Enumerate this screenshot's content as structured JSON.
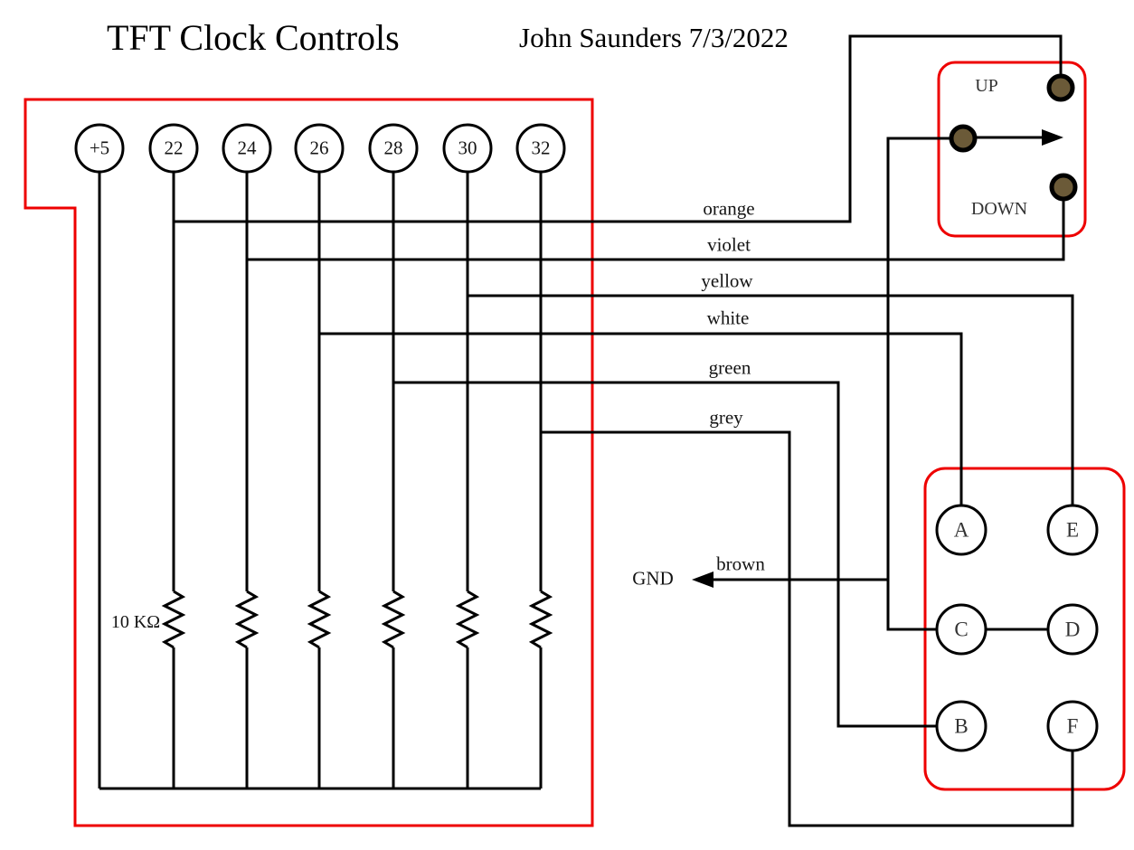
{
  "header": {
    "title": "TFT Clock Controls",
    "author": "John Saunders 7/3/2022"
  },
  "colors": {
    "wire": "#000000",
    "board_outline": "#ee0000",
    "terminal_dot": "#6b5a38"
  },
  "pins": {
    "labels": [
      "+5",
      "22",
      "24",
      "26",
      "28",
      "30",
      "32"
    ],
    "resistor_value": "10 KΩ"
  },
  "wires": {
    "orange": "orange",
    "violet": "violet",
    "yellow": "yellow",
    "white": "white",
    "green": "green",
    "grey": "grey",
    "brown": "brown"
  },
  "ground": {
    "label": "GND"
  },
  "switch": {
    "up_label": "UP",
    "down_label": "DOWN"
  },
  "connector": {
    "terminals": [
      "A",
      "E",
      "C",
      "D",
      "B",
      "F"
    ]
  },
  "netlist": [
    {
      "wire": "orange",
      "from": "pin 22",
      "to": "UP terminal"
    },
    {
      "wire": "violet",
      "from": "pin 24",
      "to": "DOWN terminal"
    },
    {
      "wire": "yellow",
      "from": "pin 30",
      "to": "terminal E"
    },
    {
      "wire": "white",
      "from": "pin 26",
      "to": "terminal A"
    },
    {
      "wire": "green",
      "from": "pin 28",
      "to": "terminal B"
    },
    {
      "wire": "grey",
      "from": "pin 32",
      "to": "terminal F"
    },
    {
      "wire": "brown",
      "from": "switch common / terminal C",
      "to": "GND"
    },
    {
      "wire": "bus",
      "from": "+5",
      "to": "all 10 KΩ resistors"
    },
    {
      "wire": "link",
      "from": "terminal C",
      "to": "terminal D"
    }
  ]
}
